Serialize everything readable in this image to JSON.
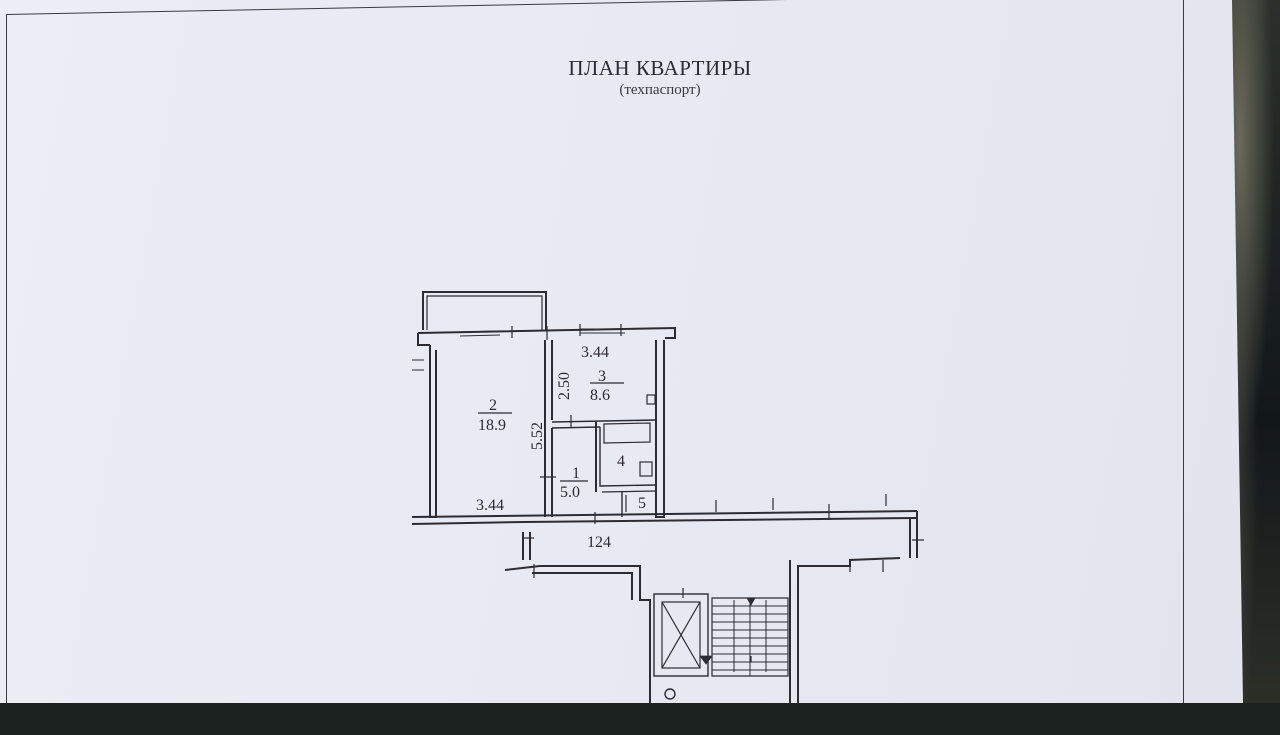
{
  "document": {
    "title": "ПЛАН КВАРТИРЫ",
    "subtitle": "(техпаспорт)"
  },
  "plan": {
    "rooms": [
      {
        "number": "2",
        "area": "18.9"
      },
      {
        "number": "3",
        "area": "8.6"
      },
      {
        "number": "1",
        "area": "5.0"
      },
      {
        "number": "4",
        "area": ""
      },
      {
        "number": "5",
        "area": ""
      }
    ],
    "dimensions": {
      "room3_width": "3.44",
      "room3_depth": "2.50",
      "room2_depth": "5.52",
      "room2_width": "3.44",
      "corridor": "124"
    }
  },
  "colors": {
    "paper": "#e9ebf4",
    "ink": "#2c2c32"
  }
}
